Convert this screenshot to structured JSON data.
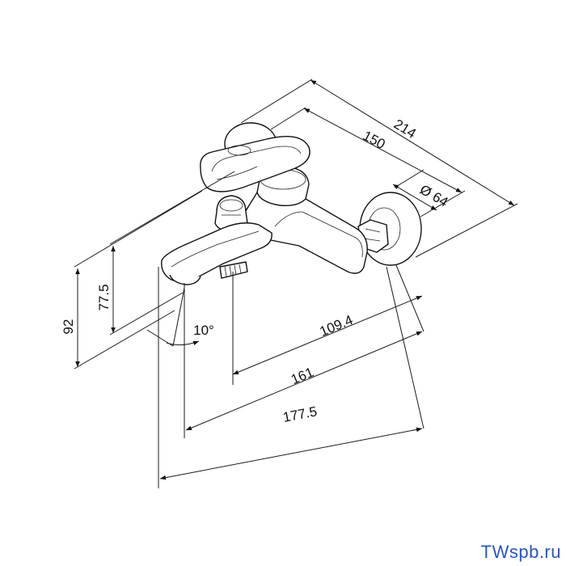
{
  "dimensions": {
    "d214": "214",
    "d150": "150",
    "d64": "Ø 64",
    "d92": "92",
    "d77_5": "77.5",
    "d10": "10°",
    "d109_4": "109.4",
    "d161": "161",
    "d177_5": "177.5"
  },
  "watermark": "TWspb.ru"
}
